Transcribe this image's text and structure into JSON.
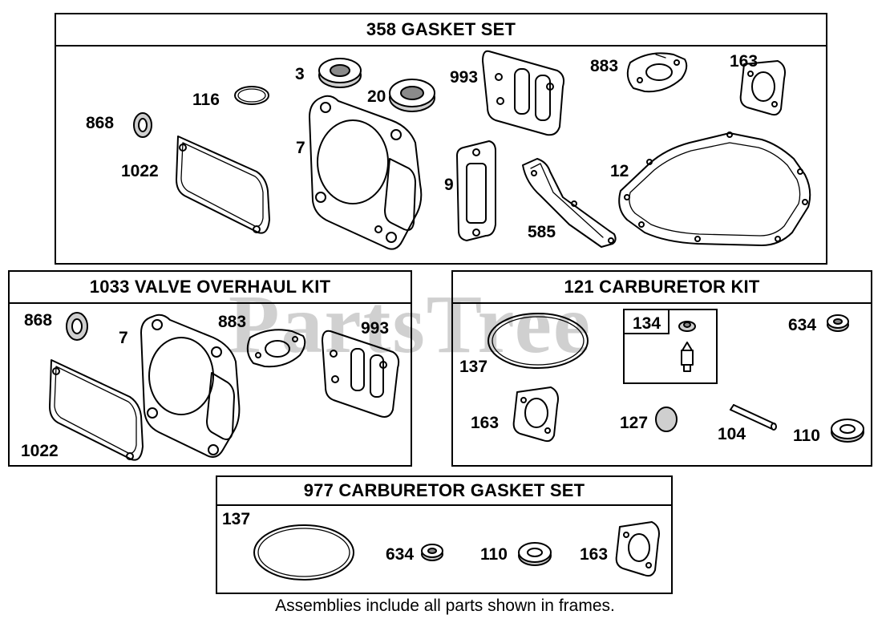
{
  "watermark": "PartsTree",
  "footer_note": "Assemblies include all parts shown in frames.",
  "gasket_set": {
    "title": "358 GASKET SET",
    "parts": [
      "3",
      "116",
      "20",
      "993",
      "883",
      "163",
      "868",
      "7",
      "1022",
      "9",
      "12",
      "585"
    ]
  },
  "valve_kit": {
    "title": "1033 VALVE OVERHAUL KIT",
    "parts": [
      "868",
      "7",
      "883",
      "993",
      "1022"
    ]
  },
  "carb_kit": {
    "title": "121 CARBURETOR KIT",
    "parts": [
      "134",
      "634",
      "137",
      "163",
      "127",
      "104",
      "110"
    ]
  },
  "carb_gasket_set": {
    "title": "977 CARBURETOR  GASKET SET",
    "parts": [
      "137",
      "634",
      "110",
      "163"
    ]
  }
}
